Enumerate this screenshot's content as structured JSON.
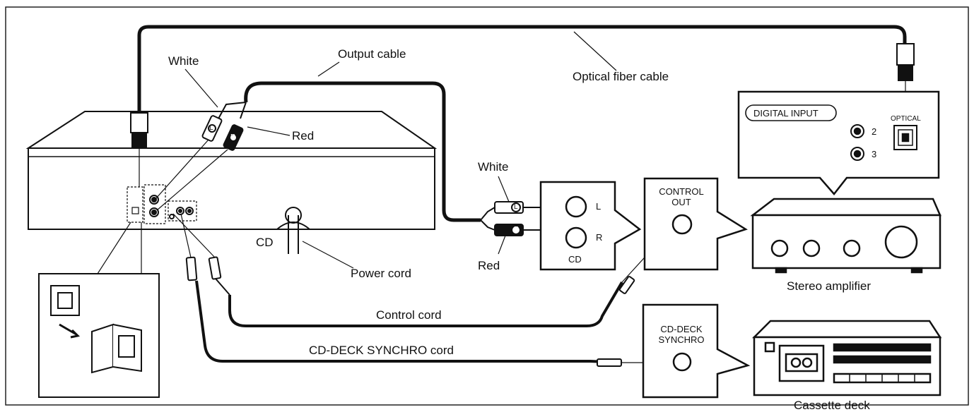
{
  "labels": {
    "white_top": "White",
    "output_cable": "Output cable",
    "optical_fiber_cable": "Optical fiber cable",
    "red_top": "Red",
    "white_mid": "White",
    "red_mid": "Red",
    "cd": "CD",
    "power_cord": "Power cord",
    "control_cord": "Control cord",
    "cd_deck_synchro_cord": "CD-DECK SYNCHRO cord",
    "stereo_amplifier": "Stereo amplifier",
    "cassette_deck": "Cassette deck"
  },
  "panels": {
    "jack_l": "L",
    "jack_r": "R",
    "cd_panel": "CD",
    "control_out_1": "CONTROL",
    "control_out_2": "OUT",
    "synchro_1": "CD-DECK",
    "synchro_2": "SYNCHRO",
    "digital_input": "DIGITAL INPUT",
    "input_2": "2",
    "input_3": "3",
    "optical": "OPTICAL"
  },
  "plugs": {
    "left": "L",
    "right": "R"
  }
}
